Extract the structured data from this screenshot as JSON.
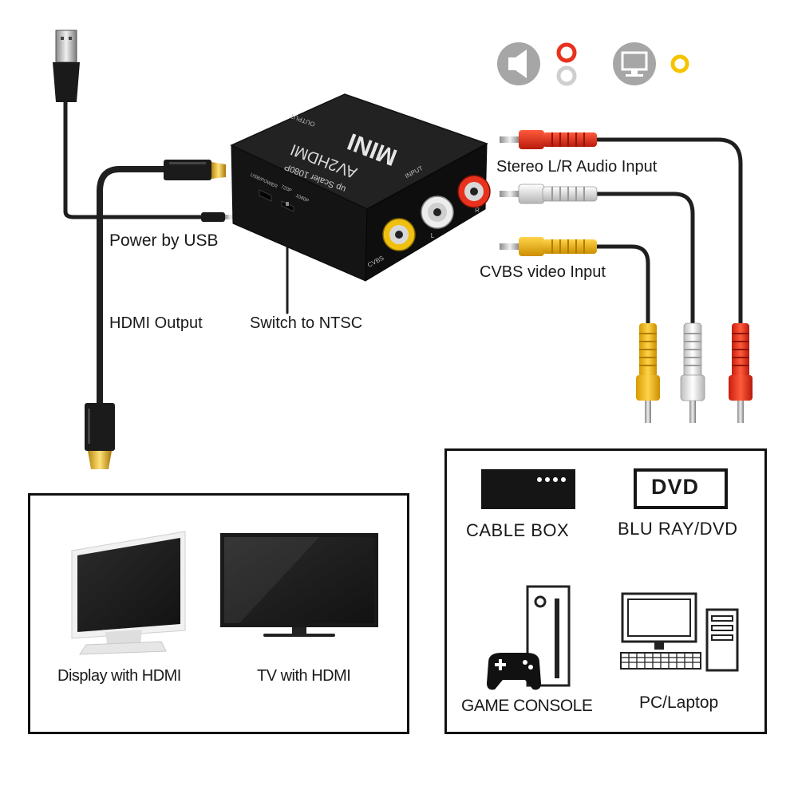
{
  "device": {
    "brand": "MINI",
    "model": "AV2HDMI",
    "subtitle": "up Scaler 1080P",
    "port_output": "OUTPUT",
    "port_input": "INPUT",
    "port_usb": "USB/POWER",
    "sw_720": "720P",
    "sw_1080": "1080P",
    "jack_cvbs": "CVBS",
    "jack_l": "L",
    "jack_r": "R"
  },
  "icons": {
    "audio": "speaker-icon",
    "video": "monitor-icon"
  },
  "labels": {
    "power": "Power by USB",
    "hdmi_out": "HDMI Output",
    "switch": "Switch to NTSC",
    "stereo": "Stereo L/R Audio Input",
    "cvbs": "CVBS video Input"
  },
  "outputs": [
    {
      "label": "Display with HDMI"
    },
    {
      "label": "TV with HDMI"
    }
  ],
  "sources": [
    {
      "label": "CABLE BOX"
    },
    {
      "label": "BLU RAY/DVD",
      "badge": "DVD"
    },
    {
      "label": "GAME CONSOLE"
    },
    {
      "label": "PC/Laptop"
    }
  ],
  "colors": {
    "red": "#e8321e",
    "white": "#e6e6e6",
    "yellow": "#f5b800",
    "gold": "#d9a520",
    "device": "#1a1a1a"
  }
}
